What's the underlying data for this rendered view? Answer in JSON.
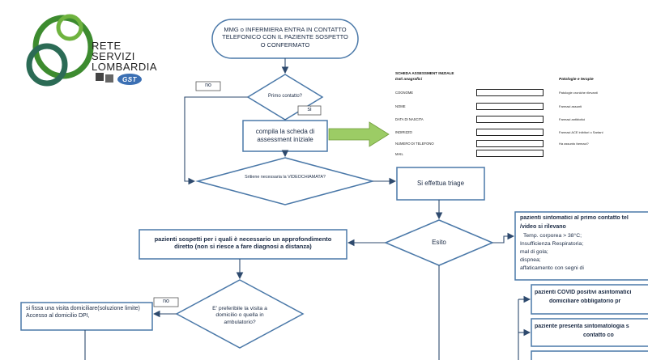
{
  "logo": {
    "line1": "RETE",
    "line2": "SERVIZI",
    "line3": "LOMBARDIA",
    "badge": "GST"
  },
  "flow": {
    "start": "MMG o INFERMIERA ENTRA IN CONTATTO TELEFONICO CON IL PAZIENTE SOSPETTO O CONFERMATO",
    "primo_contatto": "Primo contatto?",
    "no_label_1": "no",
    "si_label": "si",
    "compila": "compila la scheda di assessment iniziale",
    "videochiamata": "Sritiene necessaria la VIDEOCHIAMATA?",
    "triage": "Si effettua triage",
    "esito": "Esito",
    "approfondimento": "pazienti sospetti per i quali è necessario un approfondimento diretto (non si riesce a fare diagnosi a distanza)",
    "visita_question": "E' preferibile la visita a domicilio o quella in ambulatorio?",
    "no_label_2": "no",
    "visita_domiciliare": "si fissa una visita domiciliare(soluzione limite) Accesso al domicilio DPI,",
    "sintomatici_lines": [
      "pazienti sintomatici al primo contatto tel",
      "/video si rilevano",
      "Temp. corporea > 38°C;",
      "Insufficienza Respiratoria;",
      "mal di gola;",
      "dispnea;",
      "affaticamento con segni di"
    ],
    "covid_positivi_lines": [
      "pazienti COVID positivi asintomatici",
      "domiciliare obbligatorio pr"
    ],
    "sintomatologia_lines": [
      "paziente presenta sintomatologia s",
      "contatto co"
    ]
  },
  "form": {
    "title": "SCHEDA ASSESSMENT INIZIALE",
    "left_header": "Dati anagrafici",
    "right_header": "Patologie e terapie",
    "fields": [
      "COGNOME",
      "NOME",
      "DATA DI NASCITA",
      "INDIRIZZO",
      "NUMERO DI TELEFONO",
      "MAIL"
    ],
    "right_items": [
      "Patologie croniche rilevanti",
      "Farmaci assunti",
      "Farmaci antibiotici",
      "Farmaci ACE inibitori o Sartani",
      "Ha assunto farmaci?"
    ]
  },
  "colors": {
    "box_fill": "#ffffff",
    "box_stroke": "#4a78a8",
    "arrow": "#2e4a6e",
    "green_arrow": "#9ccc65",
    "logo_green": "#3d8b2f",
    "logo_dark": "#2b6b55"
  }
}
